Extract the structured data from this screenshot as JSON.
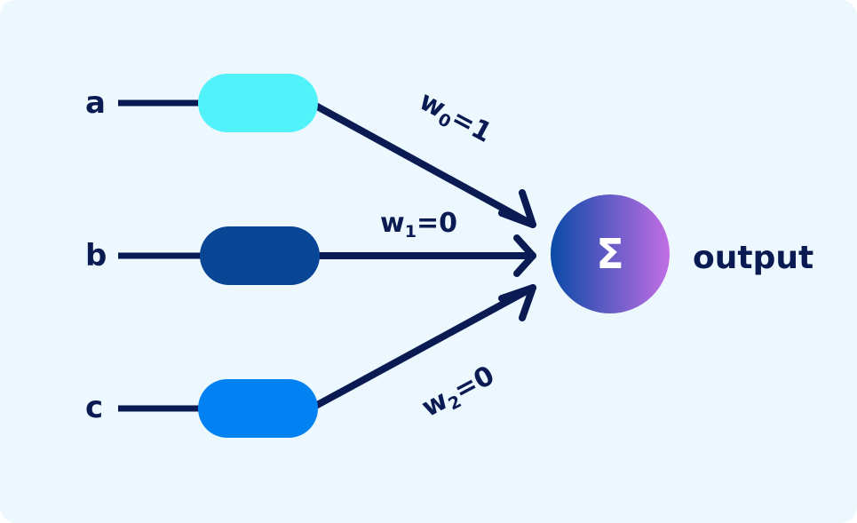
{
  "diagram": {
    "title": "Weighted sum neuron",
    "inputs": [
      {
        "label": "a",
        "node_color": "#51f2f9"
      },
      {
        "label": "b",
        "node_color": "#084595"
      },
      {
        "label": "c",
        "node_color": "#0281f2"
      }
    ],
    "weights": [
      {
        "symbol": "w",
        "index": "0",
        "eq": "=1"
      },
      {
        "symbol": "w",
        "index": "1",
        "eq": "=0"
      },
      {
        "symbol": "w",
        "index": "2",
        "eq": "=0"
      }
    ],
    "sum_node": {
      "symbol": "Σ",
      "gradient_start": "#0a4aa8",
      "gradient_end": "#c26ee4"
    },
    "output_label": "output",
    "line_color": "#0a1a52",
    "background": "#ecf8fe"
  }
}
